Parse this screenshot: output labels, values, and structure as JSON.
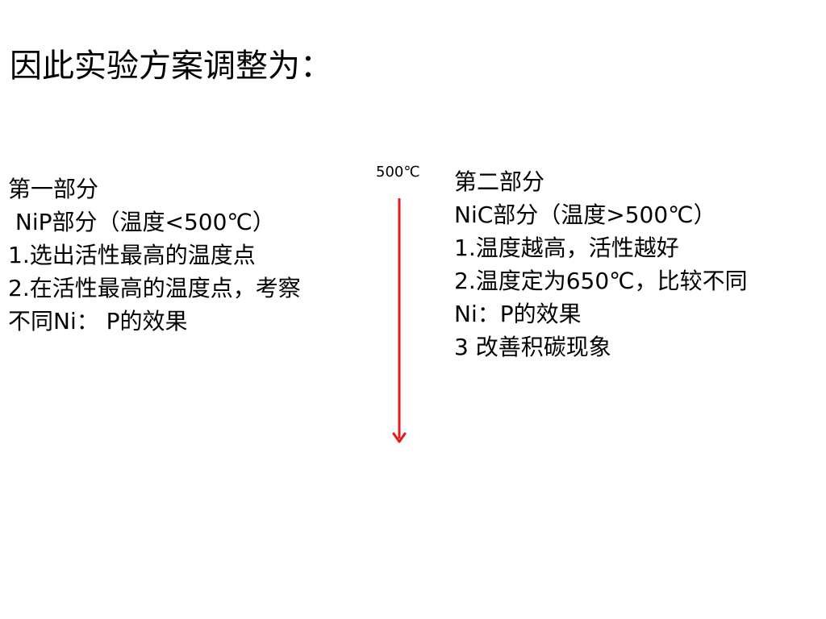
{
  "slide": {
    "title": "因此实验方案调整为：",
    "temperature_marker": "500℃",
    "part_one": {
      "lines": [
        "第一部分",
        " NiP部分（温度<500℃）",
        "1.选出活性最高的温度点",
        "2.在活性最高的温度点，考察",
        "不同Ni： P的效果"
      ]
    },
    "part_two": {
      "lines": [
        "第二部分",
        "NiC部分（温度>500℃）",
        "1.温度越高，活性越好",
        "2.温度定为650℃，比较不同",
        "Ni：P的效果",
        "3 改善积碳现象"
      ]
    },
    "colors": {
      "arrow": "#e31b1b",
      "text": "#000000",
      "background": "#ffffff"
    }
  }
}
